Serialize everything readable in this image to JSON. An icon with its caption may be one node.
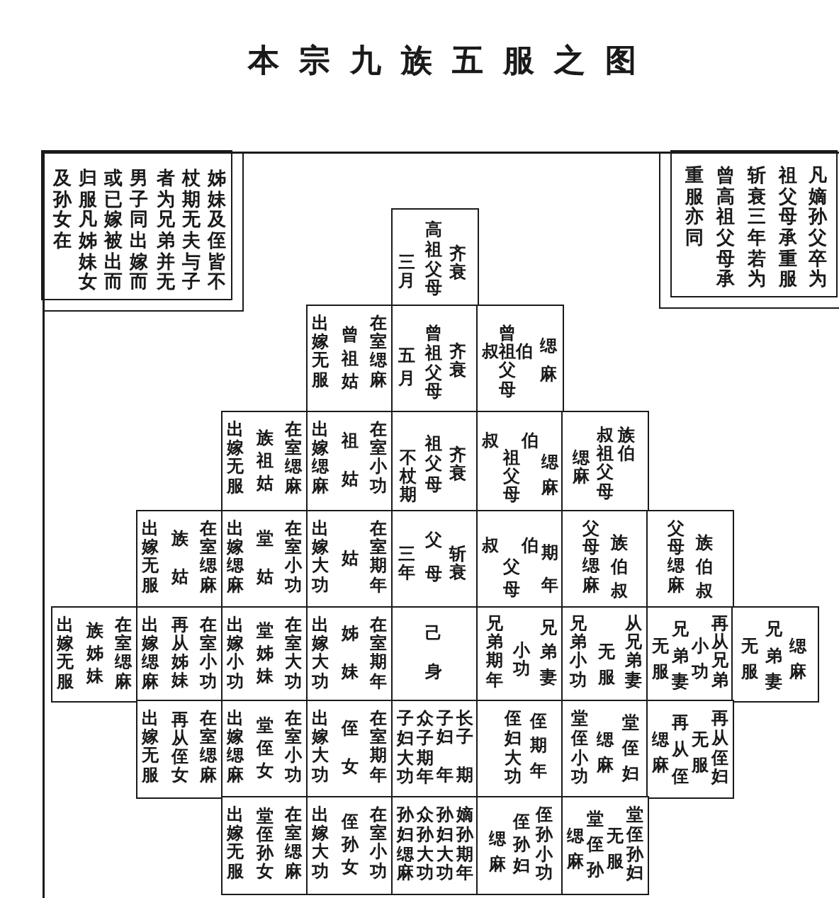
{
  "diagram": {
    "title": "本宗九族五服之图",
    "nodes": [
      {
        "text": [
          "及孙女在",
          "归服凡姊妹女",
          "或已嫁被出而",
          "男子同出嫁而",
          "者为兄弟并无",
          "杖期无夫与子",
          "姊妹及侄皆不"
        ]
      },
      {
        "text": [
          "重服亦同",
          "曾高祖父母承",
          "斩衰三年若为",
          "祖父母承重服",
          "凡嫡孙父卒为"
        ]
      },
      {
        "text": [
          "三月",
          "高祖父母",
          "齐衰"
        ]
      },
      {
        "text": [
          "出嫁无服",
          "曾祖姑",
          "在室缌麻"
        ]
      },
      {
        "text": [
          "五月",
          "曾祖父母",
          "齐衰"
        ]
      },
      {
        "text": [
          "叔",
          "曾祖父母",
          "伯",
          "缌麻"
        ]
      },
      {
        "text": [
          "出嫁无服",
          "族祖姑",
          "在室缌麻"
        ]
      },
      {
        "text": [
          "出嫁缌麻",
          "祖姑",
          "在室小功"
        ]
      },
      {
        "text": [
          "不杖期",
          "祖父母",
          "齐衰"
        ]
      },
      {
        "text": [
          "叔",
          "祖父母",
          "伯",
          "缌麻"
        ]
      },
      {
        "text": [
          "缌麻",
          "叔祖父母",
          "族伯"
        ]
      },
      {
        "text": [
          "出嫁无服",
          "族姑",
          "在室缌麻"
        ]
      },
      {
        "text": [
          "出嫁缌麻",
          "堂姑",
          "在室小功"
        ]
      },
      {
        "text": [
          "出嫁大功",
          "姑",
          "在室期年"
        ]
      },
      {
        "text": [
          "三年",
          "父母",
          "斩衰"
        ]
      },
      {
        "text": [
          "叔",
          "父母",
          "伯",
          "期年"
        ]
      },
      {
        "text": [
          "父母缌麻",
          "族伯叔"
        ]
      },
      {
        "text": [
          "父母缌麻",
          "族伯叔"
        ]
      },
      {
        "text": [
          "出嫁无服",
          "族姊妹",
          "在室缌麻"
        ]
      },
      {
        "text": [
          "出嫁缌麻",
          "再从姊妹",
          "在室小功"
        ]
      },
      {
        "text": [
          "出嫁小功",
          "堂姊妹",
          "在室大功"
        ]
      },
      {
        "text": [
          "出嫁大功",
          "姊妹",
          "在室期年"
        ]
      },
      {
        "text": [
          "己身"
        ]
      },
      {
        "text": [
          "兄弟期年",
          "小功",
          "兄弟妻"
        ]
      },
      {
        "text": [
          "兄弟小功",
          "无服",
          "从兄弟妻"
        ]
      },
      {
        "text": [
          "无服",
          "兄弟妻",
          "小功",
          "再从兄弟"
        ]
      },
      {
        "text": [
          "无服",
          "兄弟妻",
          "缌麻"
        ]
      },
      {
        "text": [
          "出嫁无服",
          "再从侄女",
          "在室缌麻"
        ]
      },
      {
        "text": [
          "出嫁缌麻",
          "堂侄女",
          "在室小功"
        ]
      },
      {
        "text": [
          "出嫁大功",
          "侄女",
          "在室期年"
        ]
      },
      {
        "text": [
          "子妇大功",
          "众子期年",
          "子妇",
          "年",
          "长子",
          "期"
        ]
      },
      {
        "text": [
          "侄妇大功",
          "侄期年"
        ]
      },
      {
        "text": [
          "堂侄小功",
          "缌麻",
          "堂侄妇"
        ]
      },
      {
        "text": [
          "缌麻",
          "再从侄",
          "无服",
          "再从侄妇"
        ]
      },
      {
        "text": [
          "出嫁无服",
          "堂侄孙女",
          "在室缌麻"
        ]
      },
      {
        "text": [
          "出嫁大功",
          "侄孙女",
          "在室小功"
        ]
      },
      {
        "text": [
          "孙妇缌麻",
          "众孙大功",
          "孙妇大功",
          "嫡孙期年"
        ]
      },
      {
        "text": [
          "缌麻",
          "侄孙妇",
          "侄孙小功"
        ]
      },
      {
        "text": [
          "缌麻",
          "堂侄孙",
          "无服",
          "堂侄孙妇"
        ]
      }
    ]
  }
}
